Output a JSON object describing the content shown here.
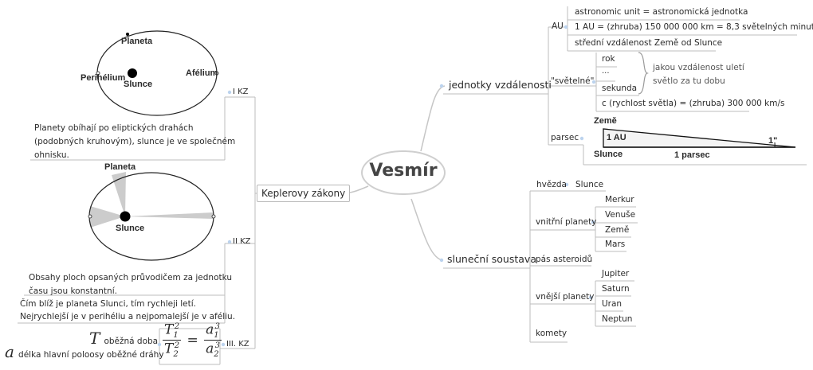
{
  "central": "Vesmír",
  "left": {
    "kepler": "Keplerovy zákony",
    "kz1": {
      "label": "I KZ",
      "fig": {
        "planet": "Planeta",
        "perihelion": "Perihélium",
        "sun": "Slunce",
        "aphelion": "Afélium"
      },
      "text": "Planety obíhají po eliptických drahách\n(podobných kruhovým), slunce je ve společném\nohnisku."
    },
    "kz2": {
      "label": "II KZ",
      "fig": {
        "planet": "Planeta",
        "sun": "Slunce"
      },
      "text1": "Obsahy ploch opsaných průvodičem za jednotku\nčasu jsou konstantní.",
      "text2": "Čím blíž je planeta Slunci, tím rychleji letí.\nNejrychlejší je v perihéliu a nejpomalejší je v aféliu."
    },
    "kz3": {
      "label": "III. KZ",
      "T_symbol": "T",
      "T_desc": "oběžná doba",
      "a_symbol": "a",
      "a_desc": "délka hlavní poloosy oběžné dráhy"
    }
  },
  "right": {
    "units": {
      "label": "jednotky vzdálenosti",
      "au": {
        "label": "AU",
        "items": [
          "astronomic unit = astronomická jednotka",
          "1 AU = (zhruba) 150 000 000 km = 8,3 světelných minut",
          "střední vzdálenost Země od Slunce"
        ]
      },
      "light": {
        "label": "\"světelné\"",
        "items": [
          "rok",
          "...",
          "sekunda"
        ],
        "note": "jakou vzdálenost uletí\nsvětlo za tu dobu",
        "speed": "c (rychlost světla) = (zhruba) 300 000 km/s"
      },
      "parsec": {
        "label": "parsec",
        "fig": {
          "earth": "Země",
          "au": "1 AU",
          "angle": "1\"",
          "sun": "Slunce",
          "parsec": "1 parsec"
        }
      }
    },
    "solar": {
      "label": "sluneční soustava",
      "star": {
        "label": "hvězda",
        "value": "Slunce"
      },
      "inner": {
        "label": "vnitřní planety",
        "items": [
          "Merkur",
          "Venuše",
          "Země",
          "Mars"
        ]
      },
      "belt": "pás asteroidů",
      "outer": {
        "label": "vnější planety",
        "items": [
          "Jupiter",
          "Saturn",
          "Uran",
          "Neptun"
        ]
      },
      "comets": "komety"
    }
  }
}
